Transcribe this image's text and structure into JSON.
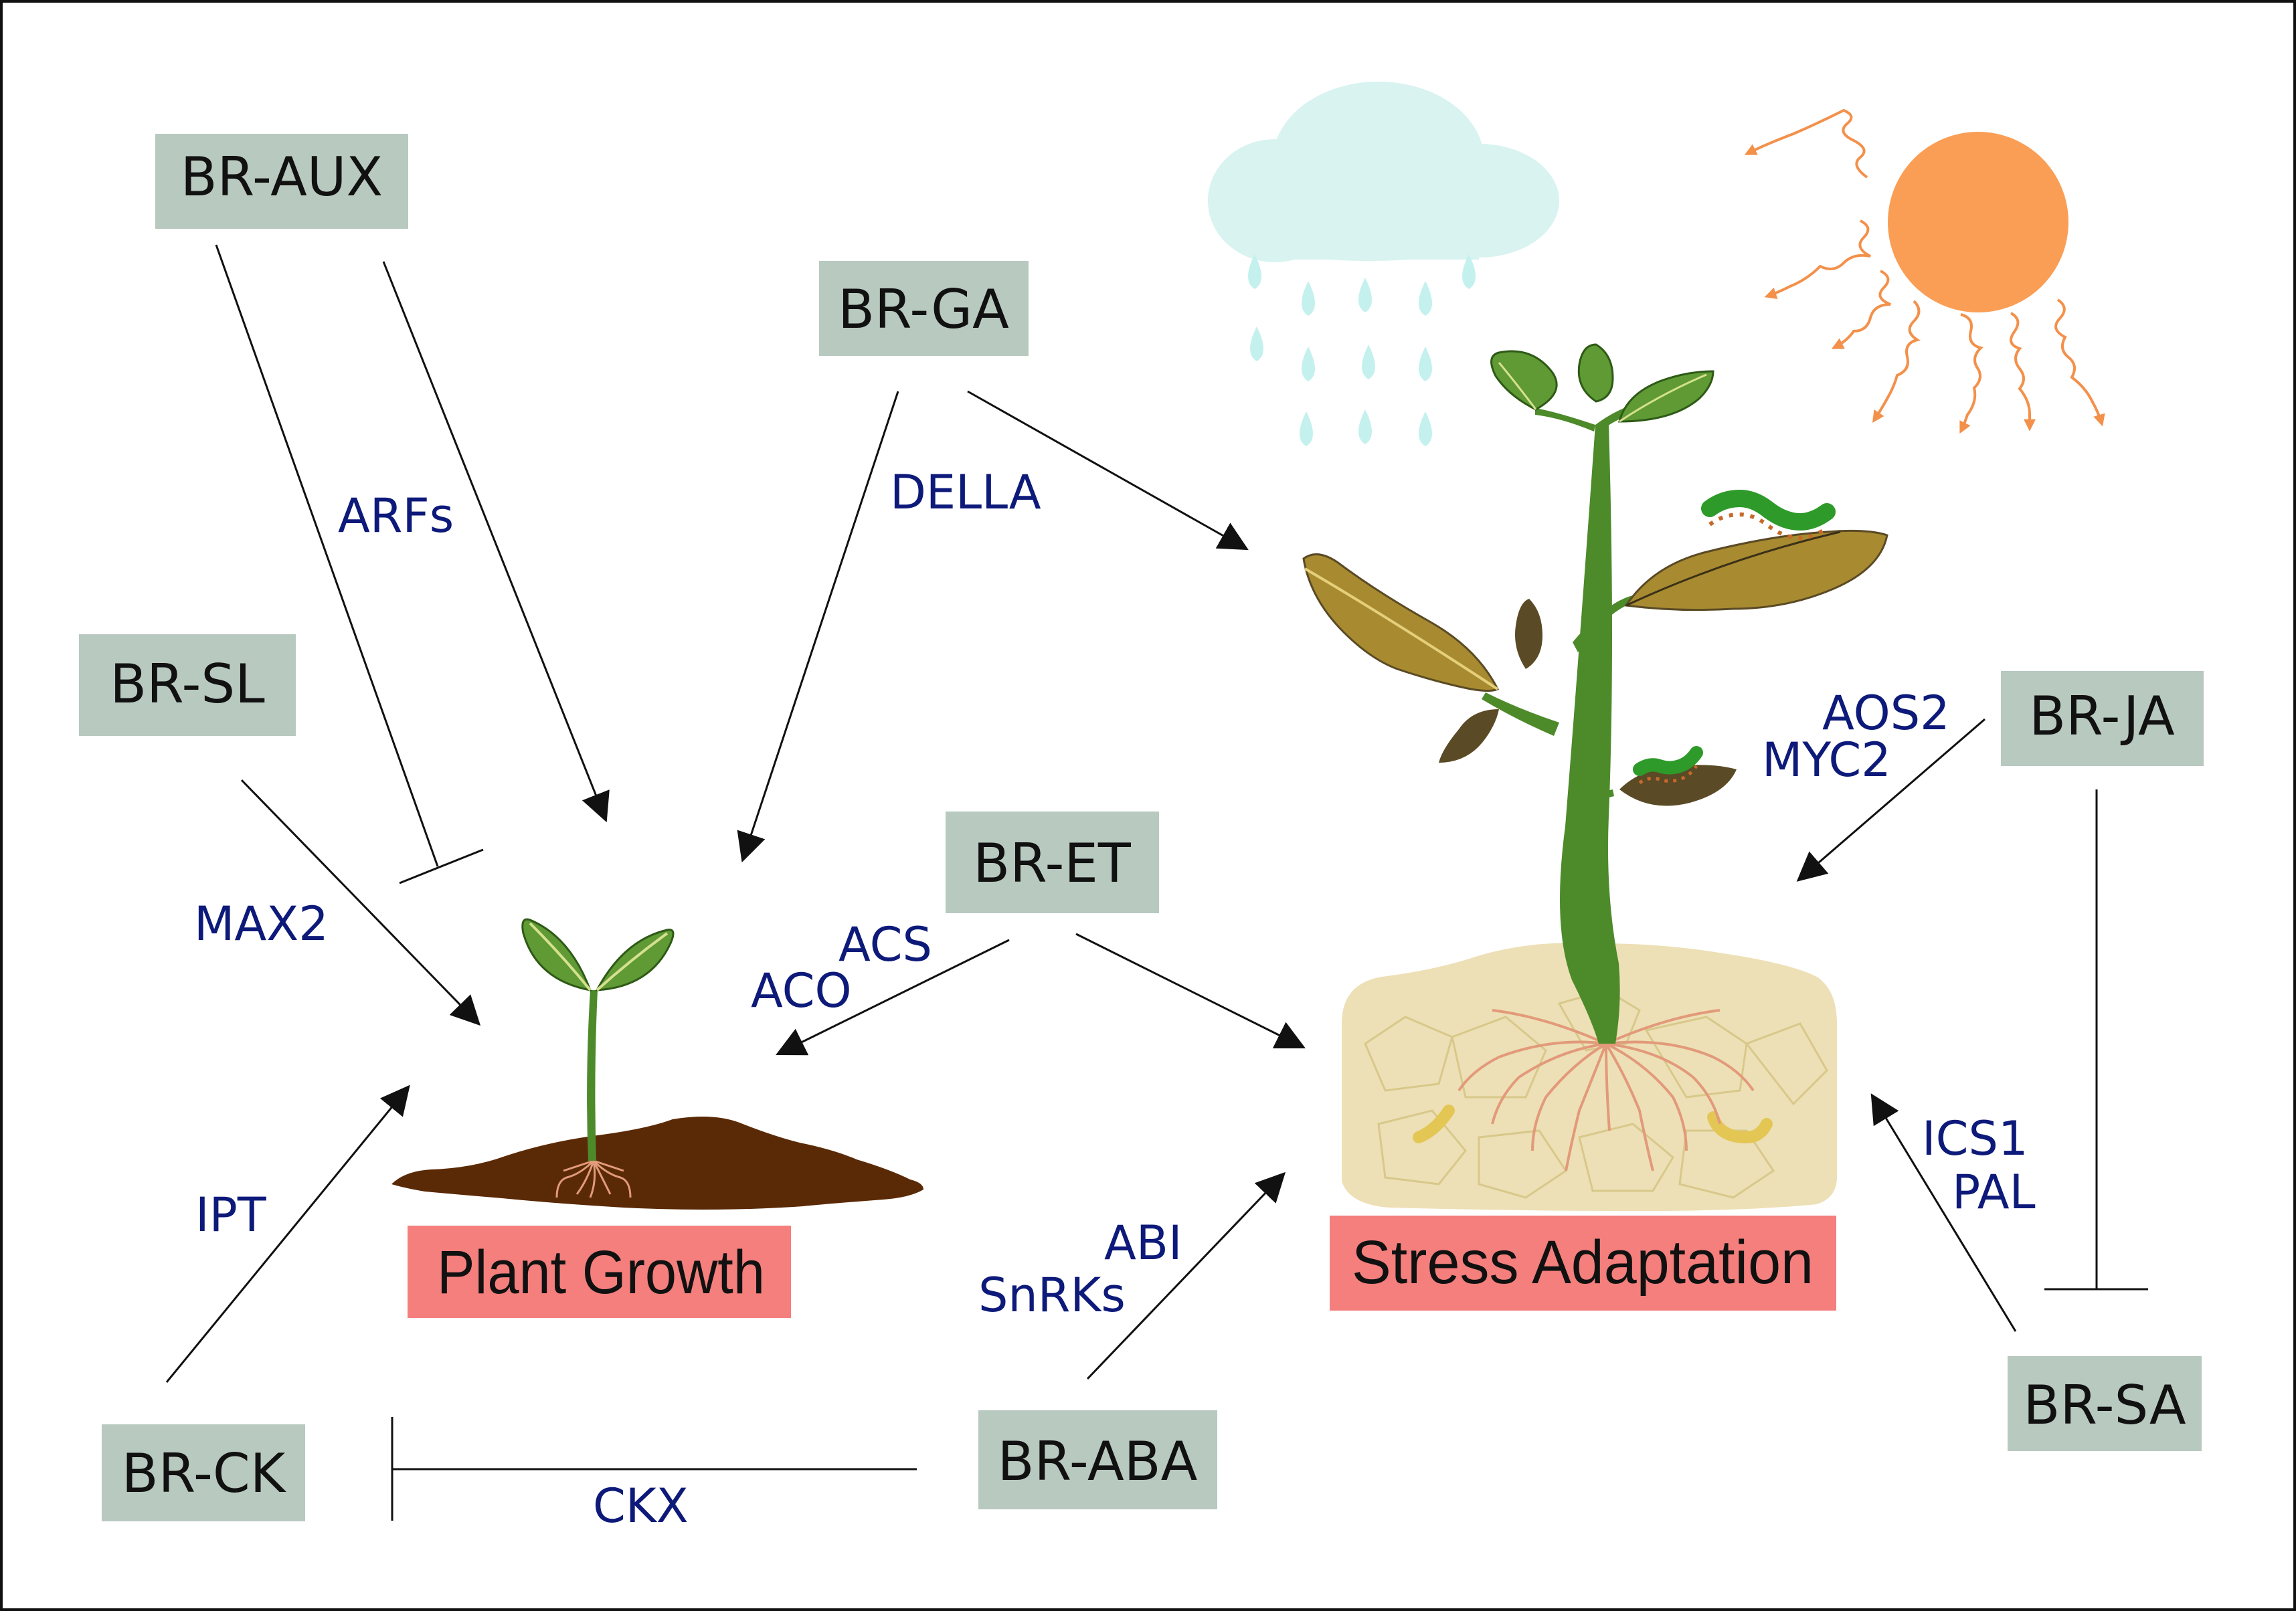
{
  "hormones": {
    "aux": "BR-AUX",
    "ga": "BR-GA",
    "sl": "BR-SL",
    "et": "BR-ET",
    "ja": "BR-JA",
    "sa": "BR-SA",
    "ck": "BR-CK",
    "aba": "BR-ABA"
  },
  "genes": {
    "arfs": "ARFs",
    "della": "DELLA",
    "max2": "MAX2",
    "acs": "ACS",
    "aco": "ACO",
    "ipt": "IPT",
    "abi": "ABI",
    "snrks": "SnRKs",
    "ckx": "CKX",
    "aos2": "AOS2",
    "myc2": "MYC2",
    "ics1": "ICS1",
    "pal": "PAL"
  },
  "outcomes": {
    "growth": "Plant Growth",
    "stress": "Stress Adaptation"
  },
  "colors": {
    "hormone_box": "#b8c9bf",
    "outcome_box": "#f47f7c",
    "gene_text": "#0d1a7a",
    "cloud": "#d8f3f0",
    "raindrop": "#c4f1ee",
    "sun": "#fa9e55",
    "soil_growth": "#5a2a06",
    "soil_stress": "#ede0b6",
    "stem": "#4d8a2a",
    "leaf_green": "#5f9a34",
    "leaf_wilted": "#a88b30",
    "leaf_dead": "#5a4a25"
  }
}
